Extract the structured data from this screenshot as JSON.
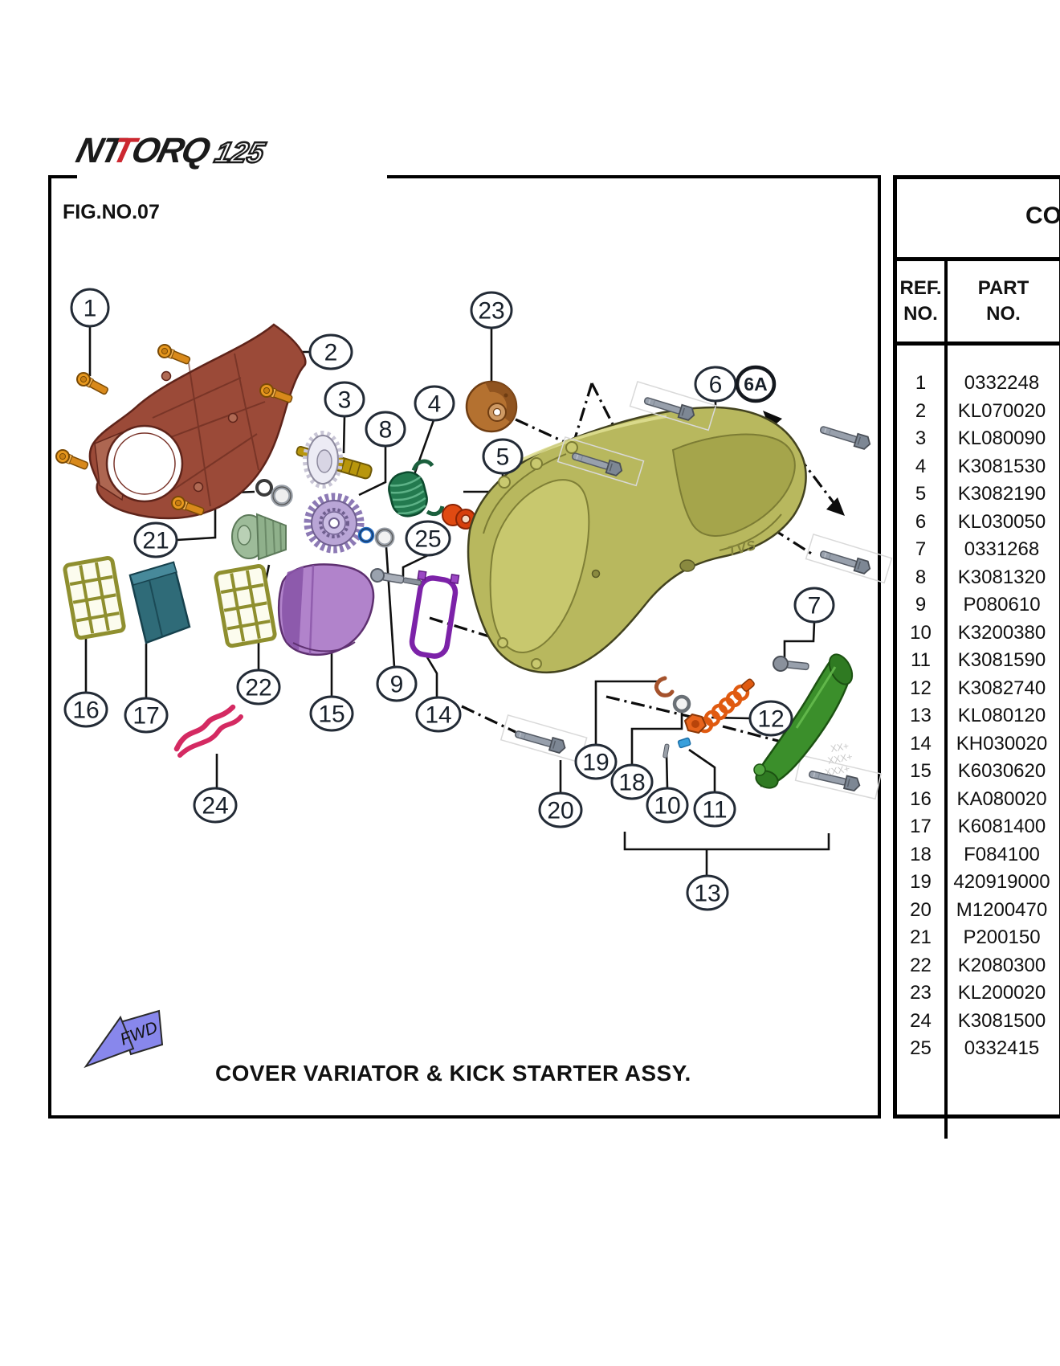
{
  "brand": {
    "n": "N",
    "t1": "T",
    "t2": "T",
    "orq": "ORQ",
    "num": "125"
  },
  "fig_label": "FIG.NO.07",
  "title": {
    "text": "COVER VARIATOR & KICK STARTER ASSY."
  },
  "fwd_label": "FWD",
  "cover_mark": "TVS",
  "watermark": {
    "l1": "XX+",
    "l2": "XXX+",
    "l3": "XXX+"
  },
  "table": {
    "ref_header": "REF.\nNO.",
    "part_header": "PART\nNO.",
    "rows": [
      {
        "ref": "1",
        "part": "0332248"
      },
      {
        "ref": "2",
        "part": "KL070020"
      },
      {
        "ref": "3",
        "part": "KL080090"
      },
      {
        "ref": "4",
        "part": "K3081530"
      },
      {
        "ref": "5",
        "part": "K3082190"
      },
      {
        "ref": "6",
        "part": "KL030050"
      },
      {
        "ref": "7",
        "part": "0331268"
      },
      {
        "ref": "8",
        "part": "K3081320"
      },
      {
        "ref": "9",
        "part": "P080610"
      },
      {
        "ref": "10",
        "part": "K3200380"
      },
      {
        "ref": "11",
        "part": "K3081590"
      },
      {
        "ref": "12",
        "part": "K3082740"
      },
      {
        "ref": "13",
        "part": "KL080120"
      },
      {
        "ref": "14",
        "part": "KH030020"
      },
      {
        "ref": "15",
        "part": "K6030620"
      },
      {
        "ref": "16",
        "part": "KA080020"
      },
      {
        "ref": "17",
        "part": "K6081400"
      },
      {
        "ref": "18",
        "part": "F084100"
      },
      {
        "ref": "19",
        "part": "420919000"
      },
      {
        "ref": "20",
        "part": "M1200470"
      },
      {
        "ref": "21",
        "part": "P200150"
      },
      {
        "ref": "22",
        "part": "K2080300"
      },
      {
        "ref": "23",
        "part": "KL200020"
      },
      {
        "ref": "24",
        "part": "K3081500"
      },
      {
        "ref": "25",
        "part": "0332415"
      }
    ]
  },
  "balloons": {
    "b1": "1",
    "b2": "2",
    "b3": "3",
    "b4": "4",
    "b5": "5",
    "b6": "6",
    "b6a": "6A",
    "b7": "7",
    "b8": "8",
    "b9": "9",
    "b10": "10",
    "b11": "11",
    "b12": "12",
    "b13": "13",
    "b14": "14",
    "b15": "15",
    "b16": "16",
    "b17": "17",
    "b18": "18",
    "b19": "19",
    "b20": "20",
    "b21": "21",
    "b22": "22",
    "b23": "23",
    "b24": "24",
    "b25": "25"
  }
}
